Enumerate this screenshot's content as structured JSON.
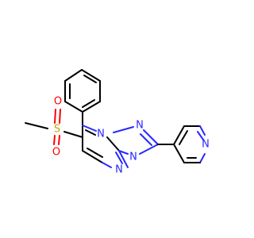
{
  "colors": {
    "carbon": "#000000",
    "nitrogen": "#2828ff",
    "oxygen": "#ff0000",
    "sulfur": "#c9a600"
  },
  "atoms": {
    "s1": "S",
    "o1": "O",
    "o2": "O",
    "n1": "N",
    "n2": "N",
    "n3": "N",
    "n4": "N",
    "n5": "N"
  }
}
